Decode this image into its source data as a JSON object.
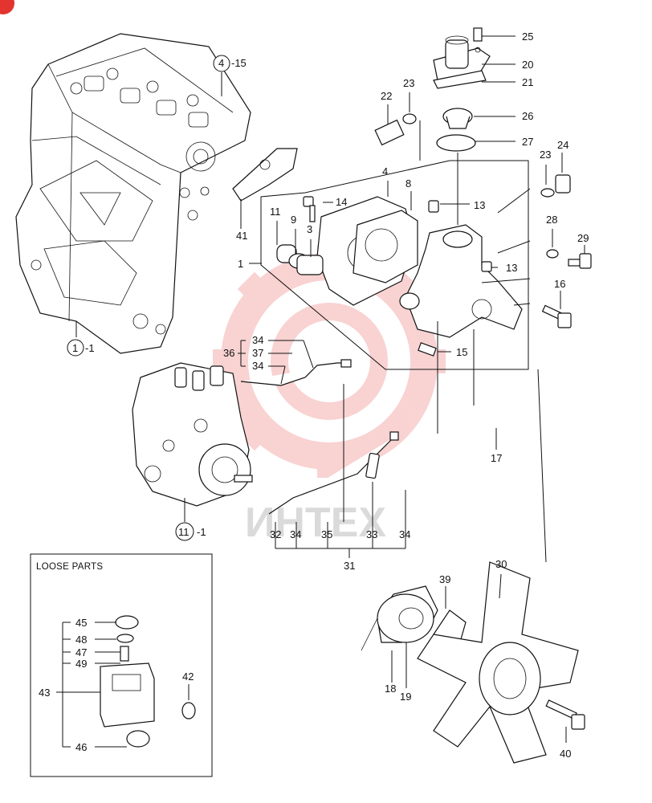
{
  "watermark": {
    "text": "ИНТЕХ",
    "color": "#f4a3a3"
  },
  "loose_parts": {
    "title": "LOOSE PARTS"
  },
  "callouts": {
    "c25": "25",
    "c20": "20",
    "c21": "21",
    "c23a": "23",
    "c22": "22",
    "c26": "26",
    "c27": "27",
    "c4_15_num": "4",
    "c4_15_suffix": "-15",
    "c8": "8",
    "c4b": "4",
    "c23b": "23",
    "c24": "24",
    "c14": "14",
    "c13a": "13",
    "c11": "11",
    "c9": "9",
    "c3": "3",
    "c41": "41",
    "c1": "1",
    "c28": "28",
    "c29": "29",
    "c13b": "13",
    "c16": "16",
    "c15": "15",
    "c1_1_num": "1",
    "c1_1_suffix": "-1",
    "c34a": "34",
    "c36": "36",
    "c37": "37",
    "c34b": "34",
    "c17": "17",
    "c11_1_num": "11",
    "c11_1_suffix": "-1",
    "c32": "32",
    "c34c": "34",
    "c35": "35",
    "c33": "33",
    "c34d": "34",
    "c31": "31",
    "c30": "30",
    "c39": "39",
    "c18": "18",
    "c19": "19",
    "c40": "40",
    "c45": "45",
    "c48": "48",
    "c47": "47",
    "c49": "49",
    "c43": "43",
    "c42": "42",
    "c46": "46"
  },
  "icons": [
    "corner-badge-icon",
    "watermark-gear-icon"
  ]
}
